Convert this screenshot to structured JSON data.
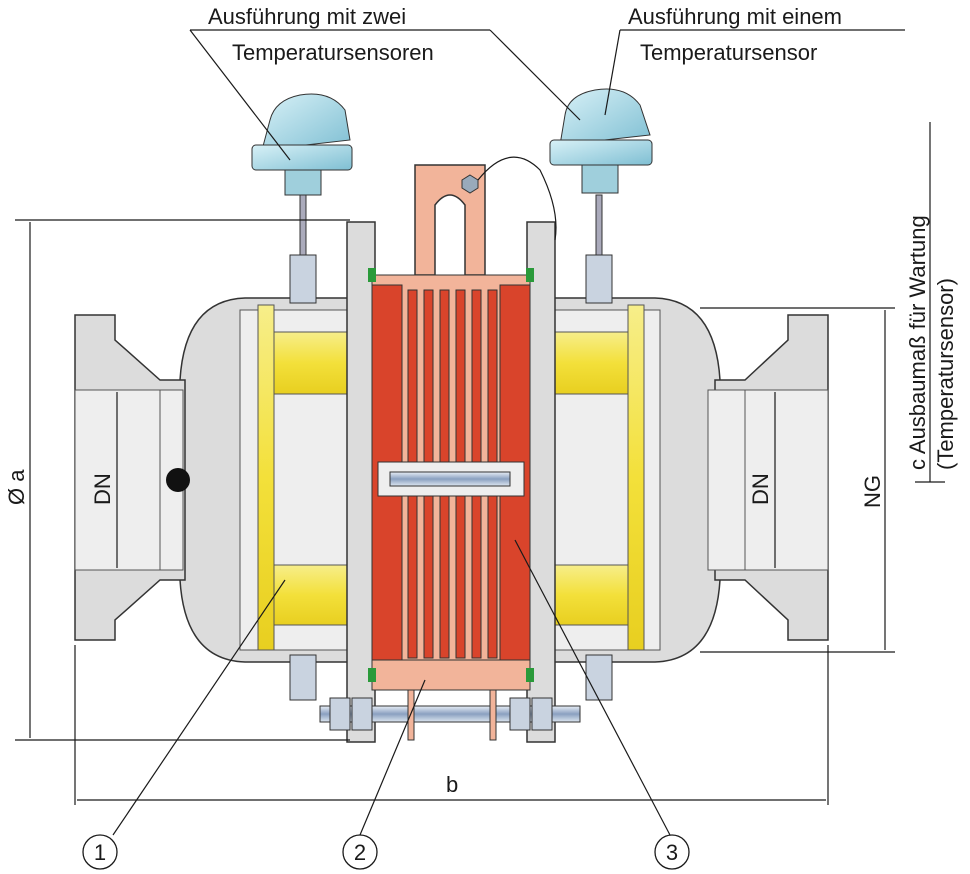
{
  "callouts": {
    "two_sensors_line1": "Ausführung mit zwei",
    "two_sensors_line2": "Temperatursensoren",
    "one_sensor_line1": "Ausführung mit einem",
    "one_sensor_line2": "Temperatursensor"
  },
  "dimensions": {
    "diameter_a": "Ø a",
    "dn_left": "DN",
    "dn_right": "DN",
    "ng": "NG",
    "b": "b",
    "c_line1": "c  Ausbaumaß für Wartung",
    "c_line2": "(Temperatursensor)"
  },
  "parts": [
    "1",
    "2",
    "3"
  ],
  "colors": {
    "housing": "#dcdcdc",
    "bore": "#eeeeee",
    "yellow": "#f3e24a",
    "stack": "#d9442b",
    "bracket": "#f2b49a",
    "sensor": "#a9d9e6"
  }
}
